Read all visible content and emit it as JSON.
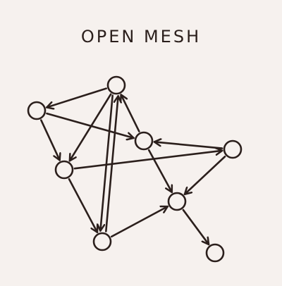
{
  "title": "OPEN MESH",
  "colors": {
    "background": "#f6f1ee",
    "ink": "#2b1f1c"
  },
  "diagram": {
    "nodes": [
      {
        "id": "A"
      },
      {
        "id": "B"
      },
      {
        "id": "C"
      },
      {
        "id": "D"
      },
      {
        "id": "E"
      },
      {
        "id": "F"
      },
      {
        "id": "G"
      },
      {
        "id": "H"
      },
      {
        "id": "I"
      }
    ],
    "edges": [
      {
        "from": "A",
        "to": "B"
      },
      {
        "from": "B",
        "to": "D"
      },
      {
        "from": "B",
        "to": "C"
      },
      {
        "from": "A",
        "to": "D"
      },
      {
        "from": "C",
        "to": "A"
      },
      {
        "from": "C",
        "to": "H"
      },
      {
        "from": "C",
        "to": "F"
      },
      {
        "from": "E",
        "to": "C"
      },
      {
        "from": "D",
        "to": "E"
      },
      {
        "from": "D",
        "to": "G"
      },
      {
        "from": "G",
        "to": "A"
      },
      {
        "from": "A",
        "to": "G"
      },
      {
        "from": "E",
        "to": "F"
      },
      {
        "from": "G",
        "to": "F"
      },
      {
        "from": "F",
        "to": "I"
      }
    ]
  }
}
